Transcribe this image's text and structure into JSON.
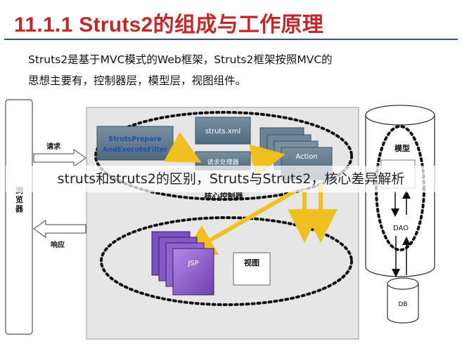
{
  "page": {
    "title": "11.1.1 Struts2的组成与工作原理",
    "intro_line1": "Struts2是基于MVC模式的Web框架，Struts2框架按照MVC的",
    "intro_line2": "思想主要有，控制器层，模型层，视图组件。"
  },
  "diagram": {
    "browser_label": "浏览器",
    "browser_label_visible": "浏览器",
    "request_label": "请求",
    "response_label": "响应",
    "filter_line1": "StrutsPrepare",
    "filter_line2": "AndExecuteFilter",
    "struts_xml": "struts.xml",
    "request_handler": "请求处理器",
    "action_label": "Action",
    "controller_label": "核心控制器",
    "jsp_label": "JSP",
    "view_label": "视图",
    "model_label": "模型",
    "dao_label": "DAO",
    "db_label": "DB",
    "colors": {
      "title": "#c0282a",
      "filter_box": "#4a6e86",
      "filter_text": "#1f4fb0",
      "jsp_box": "#8b5fc8",
      "arrow": "#f0c020"
    }
  },
  "overlay": {
    "caption": "struts和struts2的区别，Struts与Struts2，核心差异解析"
  }
}
